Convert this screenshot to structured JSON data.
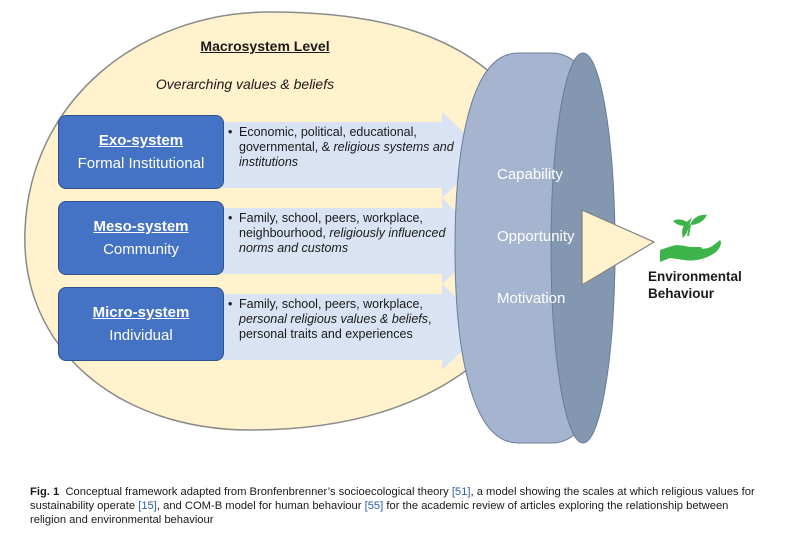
{
  "macro": {
    "title": "Macrosystem Level",
    "subtitle": "Overarching values & beliefs"
  },
  "systems": [
    {
      "name": "Exo-system",
      "sub": "Formal Institutional",
      "text_plain": "Economic, political, educational, governmental, & ",
      "text_italic": "religious systems and institutions",
      "text_after": ""
    },
    {
      "name": "Meso-system",
      "sub": "Community",
      "text_plain": "Family, school, peers, workplace, neighbourhood, ",
      "text_italic": "religiously influenced norms and customs",
      "text_after": ""
    },
    {
      "name": "Micro-system",
      "sub": "Individual",
      "text_plain": "Family, school, peers, workplace, ",
      "text_italic": "personal religious values & beliefs",
      "text_after": ", personal traits and experiences"
    }
  ],
  "comb": [
    "Capability",
    "Opportunity",
    "Motivation"
  ],
  "outcome": {
    "line1": "Environmental",
    "line2": "Behaviour"
  },
  "caption": {
    "label": "Fig. 1",
    "t1": "Conceptual framework adapted from Bronfenbrenner’s socioecological theory ",
    "r1": "[51]",
    "t2": ", a model showing the scales at which religious values for sustainability operate ",
    "r2": "[15]",
    "t3": ", and COM-B model for human behaviour ",
    "r3": "[55]",
    "t4": " for the academic review of articles exploring the relationship between religion and environmental behaviour"
  },
  "colors": {
    "macro_fill": "#fff2cc",
    "box_fill": "#4472c4",
    "arrow_fill": "#dae3f3",
    "cylinder": "#a5b4cf",
    "cylinder_dark": "#8497b0",
    "leaf": "#3cb44a"
  }
}
